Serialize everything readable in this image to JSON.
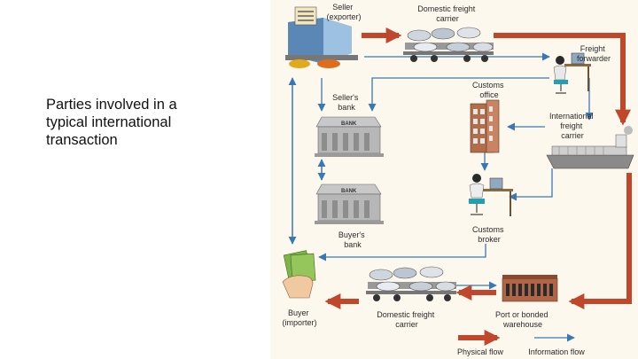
{
  "slide": {
    "caption": "Parties involved in a\ntypical international\ntransaction"
  },
  "diagram": {
    "colors": {
      "physical_flow": "#c0472c",
      "information_flow": "#3a78b5",
      "panel_background": "#fdf8ee",
      "bank_stone": "#b7b7b7"
    },
    "nodes": {
      "seller": {
        "lines": [
          "Seller",
          "(exporter)"
        ],
        "icon": "office-building-with-cars"
      },
      "domestic_carrier_top": {
        "lines": [
          "Domestic freight",
          "carrier"
        ],
        "icon": "car-carrier-truck"
      },
      "freight_forwarder": {
        "lines": [
          "Freight",
          "forwarder"
        ],
        "icon": "office-worker-at-computer"
      },
      "sellers_bank": {
        "lines": [
          "Seller's",
          "bank"
        ],
        "icon": "bank-building",
        "sign": "BANK"
      },
      "customs_office": {
        "lines": [
          "Customs",
          "office"
        ],
        "icon": "government-building"
      },
      "international_carrier": {
        "lines": [
          "International",
          "freight",
          "carrier"
        ],
        "icon": "cargo-ship"
      },
      "buyers_bank": {
        "lines": [
          "Buyer's",
          "bank"
        ],
        "icon": "bank-building",
        "sign": "BANK"
      },
      "customs_broker": {
        "lines": [
          "Customs",
          "broker"
        ],
        "icon": "office-worker-at-computer"
      },
      "buyer": {
        "lines": [
          "Buyer",
          "(importer)"
        ],
        "icon": "hand-holding-money"
      },
      "domestic_carrier_bottom": {
        "lines": [
          "Domestic freight",
          "carrier"
        ],
        "icon": "car-carrier-truck"
      },
      "port": {
        "lines": [
          "Port or bonded",
          "warehouse"
        ],
        "icon": "warehouse"
      }
    },
    "legend": {
      "physical_flow": "Physical flow",
      "information_flow": "Information flow"
    }
  }
}
